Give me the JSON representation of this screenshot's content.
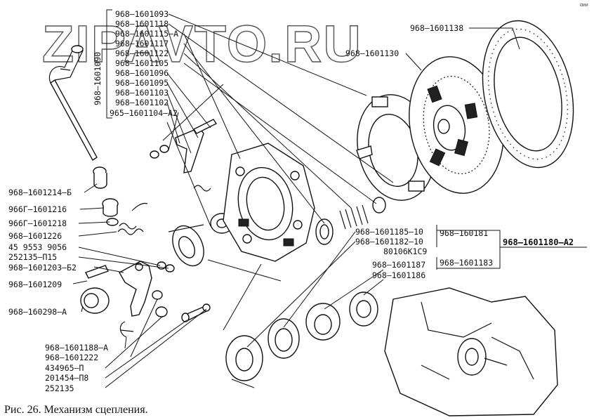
{
  "watermark": "ZIPAVTO.RU",
  "corner_mark": "ɑᴎᴎ",
  "caption": "Рис. 26. Механизм сцепления.",
  "labels": {
    "p1093": "968—1601093",
    "p1118": "968—1601118",
    "p1115": "968—1601115—А",
    "p1117": "968—1601117",
    "p1122": "968—1601122",
    "p1105": "968—1601105",
    "p1096": "968—1601096",
    "p1095": "968—1601095",
    "p1103": "968—1601103",
    "p1102": "968—1601102",
    "p1104": "965—1601104—А2",
    "vertical": "968—1601090",
    "p1138": "968—1601138",
    "p1130": "968—1601130",
    "p1214": "968—1601214—Б",
    "p1216": "966Г—1601216",
    "p1218": "966Г—1601218",
    "p1226": "968—1601226",
    "p9056": "45 9553 9056",
    "p115": "252135—П15",
    "p1203": "968—1601203—Б2",
    "p1209": "968—1601209",
    "p298": "968—160298—А",
    "p1185": "968—1601185—10",
    "p1182": "968—1601182—10",
    "p80106": "80106К1С9",
    "p1187": "968—1601187",
    "p1186": "968—1601186",
    "p181": "968—160181",
    "p1183": "968—1601183",
    "p1180": "968—1601180—А2",
    "p1188": "968—1601188—А",
    "p1222": "968—1601222",
    "p434965": "434965—П",
    "p201454": "201454—П8",
    "p252135": "252135"
  }
}
